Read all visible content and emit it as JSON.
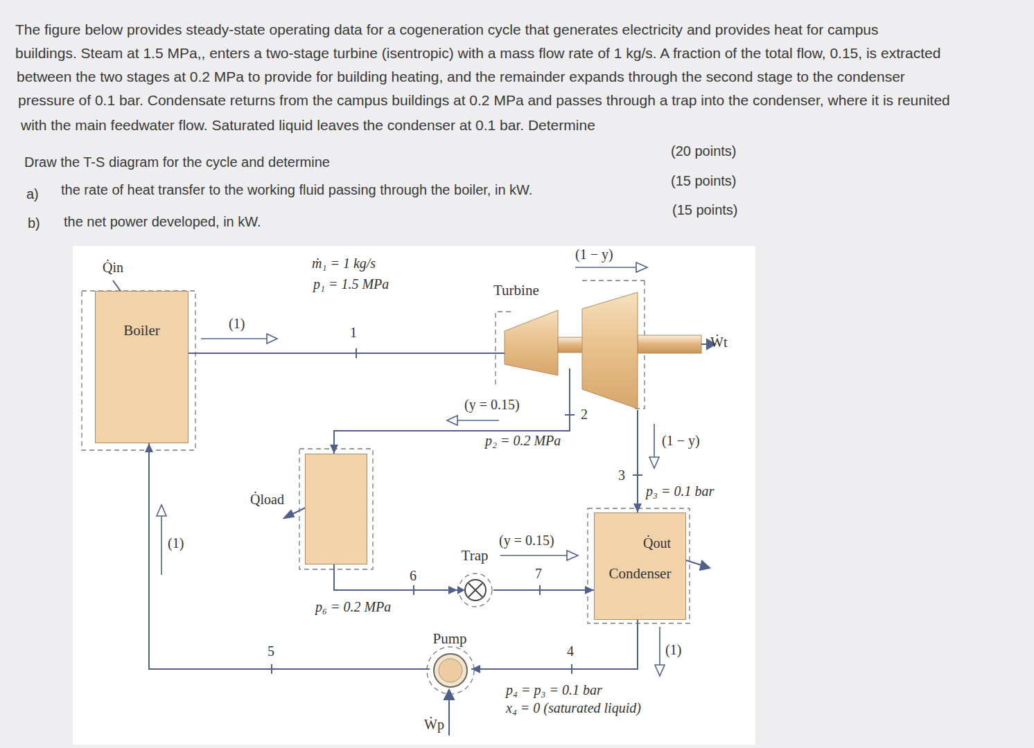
{
  "diagram": {
    "nodes": [
      {
        "text": [
          "Boiler"
        ]
      },
      {
        "text": [
          "Turbine"
        ]
      },
      {
        "text": [
          "Q̇load"
        ]
      },
      {
        "text": [
          "Trap"
        ]
      },
      {
        "text": [
          "Condenser"
        ]
      },
      {
        "text": [
          "Pump"
        ]
      }
    ],
    "edges": [
      {
        "from": 0,
        "to": 1,
        "arrow": "none"
      },
      {
        "from": 1,
        "to": 2,
        "arrow": "to"
      },
      {
        "from": 1,
        "to": 4,
        "arrow": "to"
      },
      {
        "from": 2,
        "to": 3,
        "arrow": "to"
      },
      {
        "from": 3,
        "to": 4,
        "arrow": "to"
      },
      {
        "from": 4,
        "to": 5,
        "arrow": "to"
      },
      {
        "from": 5,
        "to": 0,
        "arrow": "to"
      }
    ],
    "labels": [
      "The figure below provides steady-state operating data for a cogeneration cycle that generates electricity and provides heat for campus",
      "buildings. Steam at 1.5 MPa,, enters a two-stage turbine (isentropic) with a mass flow rate of 1 kg/s. A fraction of the total flow, 0.15, is extracted",
      "between the two stages at 0.2 MPa to provide for building heating, and the remainder expands through the second stage to the condenser",
      "pressure of 0.1 bar. Condensate returns from the campus buildings at 0.2 MPa and passes through a trap into the condenser, where it is reunited",
      "with the main feedwater flow. Saturated liquid leaves the condenser at 0.1 bar. Determine",
      "Draw the T-S diagram for the cycle and determine",
      "(20 points)",
      "a)",
      "the rate of heat transfer to the working fluid passing through the boiler, in kW.",
      "(15 points)",
      "b)",
      "the net power developed, in kW.",
      "(15 points)",
      "Q̇in",
      "ṁ₁ = 1 kg/s",
      "p₁ = 1.5 MPa",
      "(1)",
      "1",
      "(1 − y)",
      "Ẇt",
      "(y = 0.15)",
      "2",
      "p₂ = 0.2 MPa",
      "(1 − y)",
      "3",
      "p₃ = 0.1 bar",
      "Q̇out",
      "(1)",
      "(y = 0.15)",
      "7",
      "6",
      "p₆ = 0.2 MPa",
      "5",
      "4",
      "(1)",
      "p₄ = p₃ = 0.1 bar",
      "x₄ = 0 (saturated liquid)",
      "Ẇp"
    ]
  }
}
